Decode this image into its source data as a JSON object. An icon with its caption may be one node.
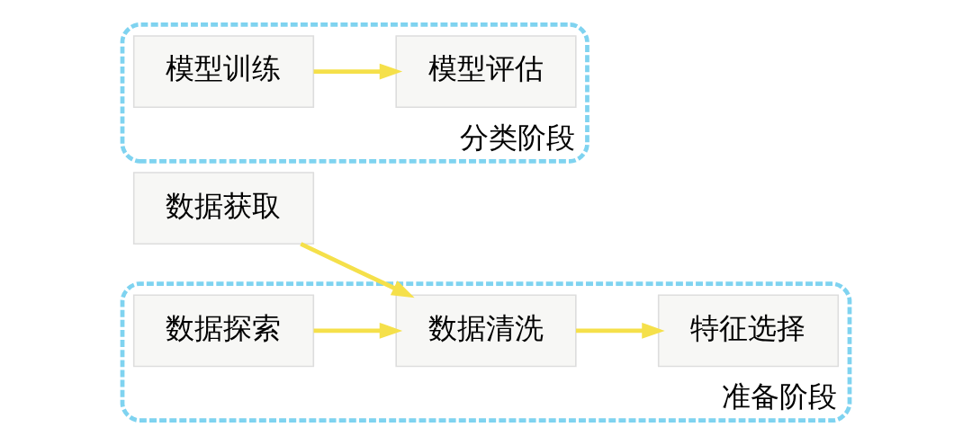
{
  "diagram": {
    "nodes": [
      {
        "text": [
          "数据获取"
        ]
      },
      {
        "text": [
          "准备阶段"
        ]
      },
      {
        "text": [
          "数据探索"
        ],
        "in": 1
      },
      {
        "text": [
          "数据清洗"
        ],
        "in": 1
      },
      {
        "text": [
          "特征选择"
        ],
        "in": 1
      },
      {
        "text": [
          "分类阶段"
        ]
      },
      {
        "text": [
          "模型训练"
        ],
        "in": 5
      },
      {
        "text": [
          "模型评估"
        ],
        "in": 5
      }
    ],
    "edges": [
      {
        "from": 0,
        "to": 3,
        "arrow": "to"
      },
      {
        "from": 2,
        "to": 3,
        "arrow": "to"
      },
      {
        "from": 3,
        "to": 4,
        "arrow": "to"
      },
      {
        "from": 6,
        "to": 7,
        "arrow": "to"
      }
    ]
  }
}
